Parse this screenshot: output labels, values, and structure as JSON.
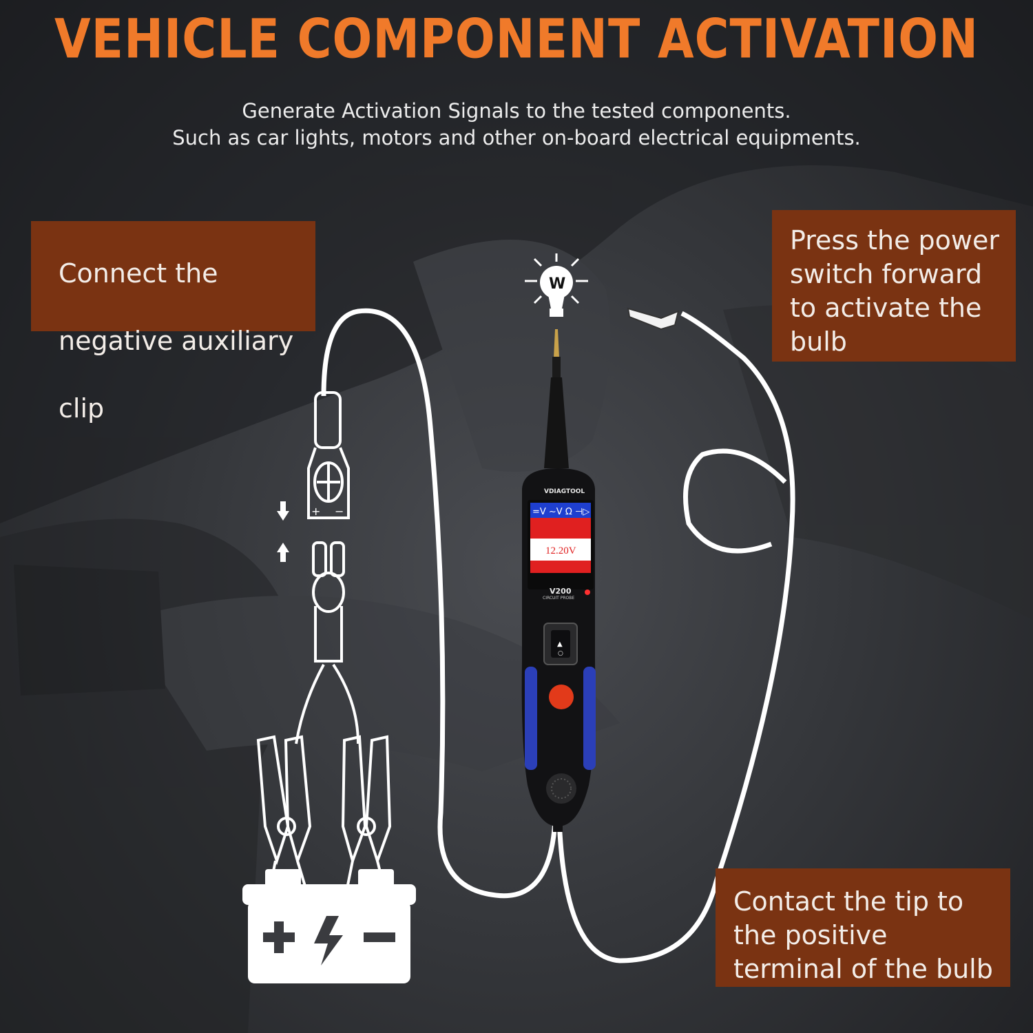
{
  "title": "VEHICLE COMPONENT ACTIVATION",
  "subtitle": {
    "line1": "Generate Activation Signals to the tested components.",
    "line2": "Such as car lights, motors and other on-board electrical equipments."
  },
  "callouts": {
    "negative_clip": [
      "Connect the",
      "negative auxiliary",
      "clip"
    ],
    "power_switch": [
      "Press the power",
      "switch forward",
      "to activate the",
      "bulb"
    ],
    "contact_tip": [
      "Contact the tip to",
      "the positive",
      "terminal of the bulb"
    ]
  },
  "device": {
    "brand": "VDIAGTOOL",
    "model": "V200",
    "model_sub": "CIRCUIT PROBE",
    "screen_modes": "=V ~V Ω ⊣▷",
    "screen_reading": "12.20V"
  },
  "bulb_letter": "W",
  "colors": {
    "title": "#f07a2a",
    "callout_bg": "#7a3312",
    "device_blue": "#2b3fb8",
    "screen_red": "#e02020",
    "button_red": "#e23a1a"
  }
}
